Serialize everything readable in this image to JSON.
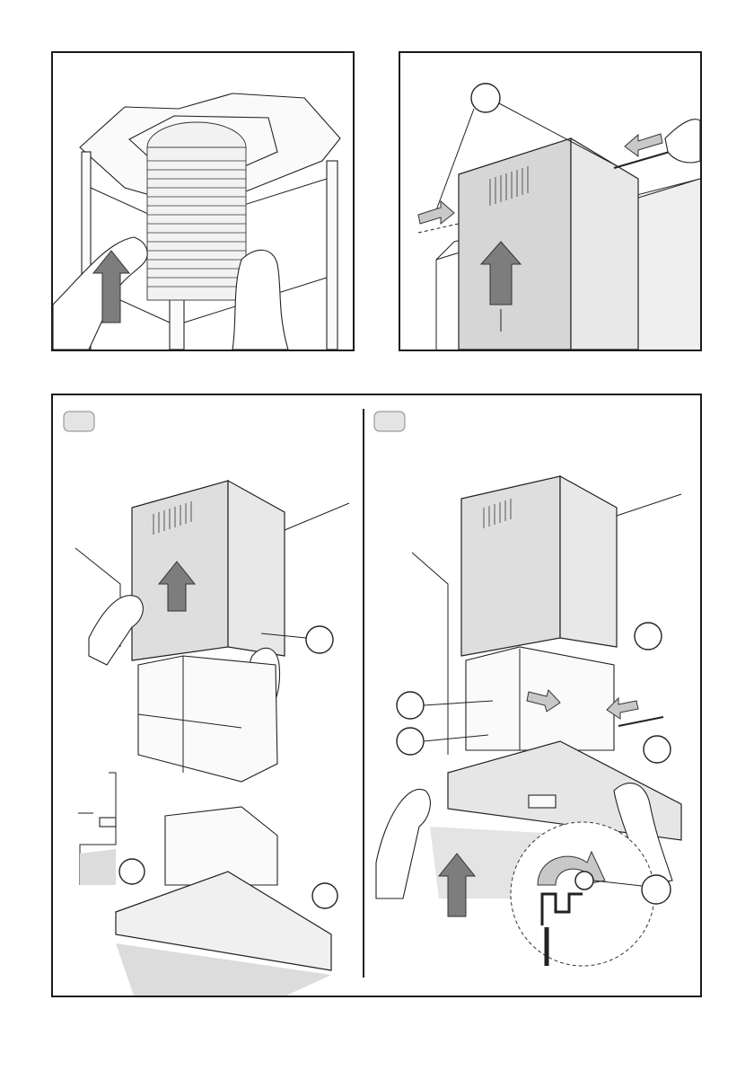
{
  "figure": {
    "panels": [
      {
        "id": "top-left",
        "description_icon": "frame-with-flexible-duct"
      },
      {
        "id": "top-right",
        "description_icon": "chimney-screw-fixing"
      },
      {
        "id": "bottom-left",
        "description_icon": "upper-chimney-slide-up"
      },
      {
        "id": "bottom-right",
        "description_icon": "hood-body-hook-and-screw"
      }
    ],
    "colors": {
      "frame_stroke": "#1a1a1a",
      "arrow_fill": "#7d7d7d",
      "steel_fill": "#e8e8e8",
      "shade_fill": "#dcdcdc"
    }
  }
}
